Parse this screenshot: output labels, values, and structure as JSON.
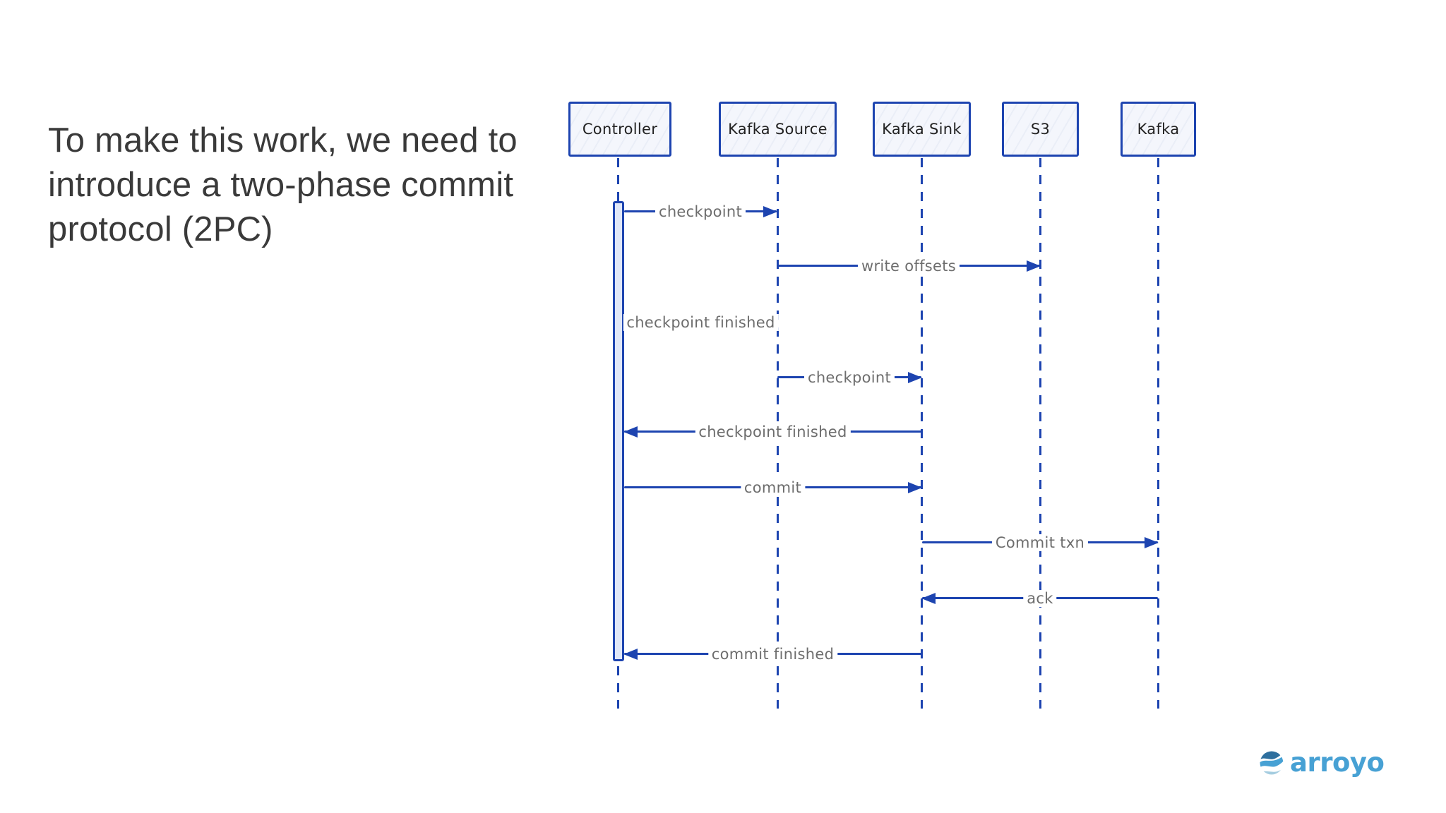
{
  "slide": {
    "title": "To make this work, we need to introduce a two-phase commit protocol (2PC)"
  },
  "colors": {
    "diagram_blue": "#1d44b0",
    "message_label_gray": "#6d6d6d",
    "title_gray": "#3a3a3a",
    "actor_box_fill": "#f4f6fc",
    "activation_fill": "#e0e7f8",
    "logo_blue": "#47a1d4"
  },
  "diagram": {
    "type": "sequence-diagram",
    "actors": [
      {
        "label": "Controller"
      },
      {
        "label": "Kafka Source"
      },
      {
        "label": "Kafka Sink"
      },
      {
        "label": "S3"
      },
      {
        "label": "Kafka"
      }
    ],
    "messages": [
      {
        "label": "checkpoint",
        "from": "Controller",
        "to": "Kafka Source"
      },
      {
        "label": "write offsets",
        "from": "Kafka Source",
        "to": "S3"
      },
      {
        "label": "checkpoint finished",
        "from": "Kafka Source",
        "to": "Controller"
      },
      {
        "label": "checkpoint",
        "from": "Kafka Source",
        "to": "Kafka Sink"
      },
      {
        "label": "checkpoint finished",
        "from": "Kafka Sink",
        "to": "Controller"
      },
      {
        "label": "commit",
        "from": "Controller",
        "to": "Kafka Sink"
      },
      {
        "label": "Commit txn",
        "from": "Kafka Sink",
        "to": "Kafka"
      },
      {
        "label": "ack",
        "from": "Kafka",
        "to": "Kafka Sink"
      },
      {
        "label": "commit finished",
        "from": "Kafka Sink",
        "to": "Controller"
      }
    ]
  },
  "logo": {
    "text": "arroyo",
    "icon": "wave-circle-icon"
  }
}
